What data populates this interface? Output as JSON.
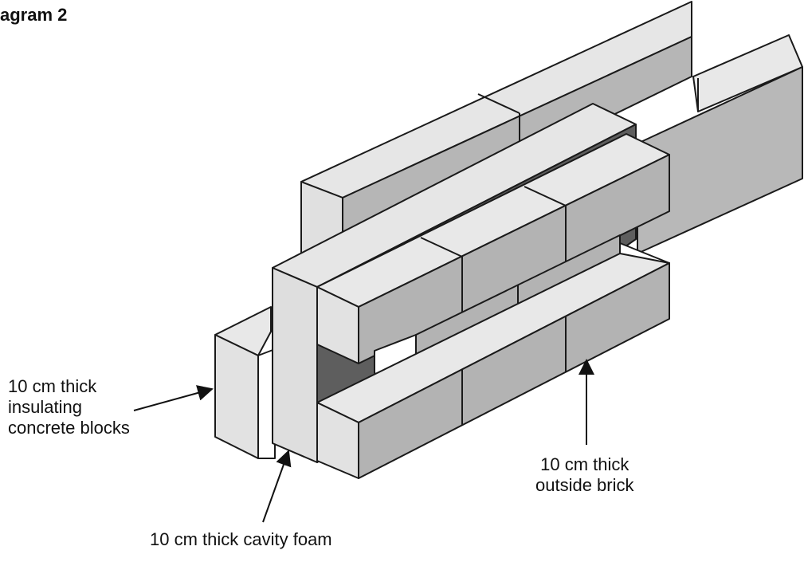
{
  "title": "agram 2",
  "labels": {
    "blocks": "10 cm thick\ninsulating\nconcrete blocks",
    "brick": "10 cm thick\noutside brick",
    "foam": "10 cm thick cavity foam"
  },
  "colors": {
    "light_face": "#e3e3e3",
    "mid_face": "#b5b5b5",
    "dark_face": "#8f8f8f",
    "cavity": "#5a5a5a"
  }
}
